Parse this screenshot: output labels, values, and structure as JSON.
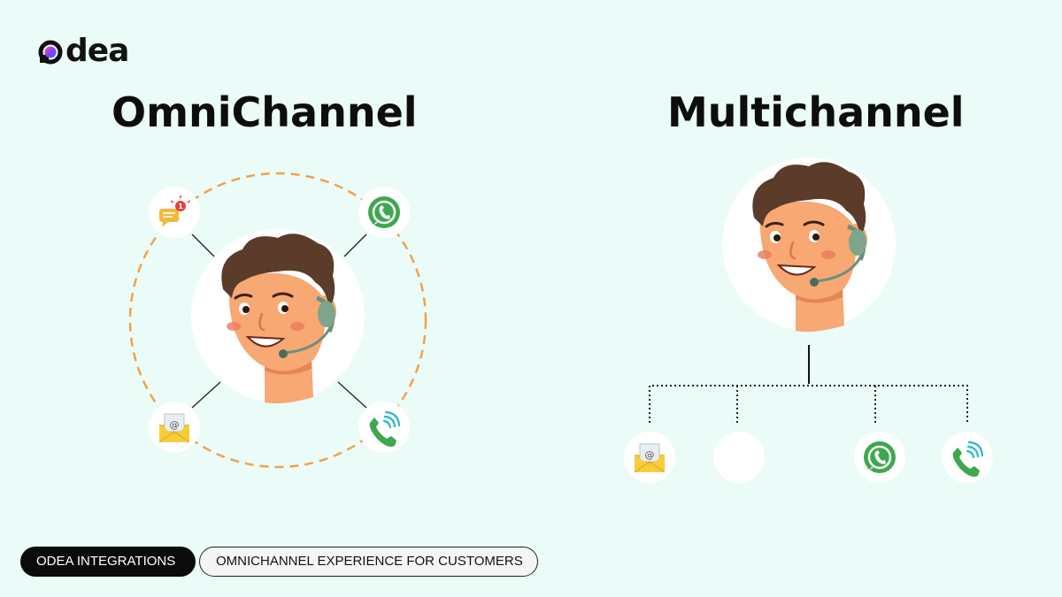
{
  "brand": {
    "name": "dea",
    "icon": "odea-logo-icon"
  },
  "omnichannel": {
    "title": "OmniChannel",
    "channels": [
      "chat-notification-icon",
      "whatsapp-icon",
      "email-icon",
      "phone-call-icon"
    ],
    "notification_count": "1"
  },
  "multichannel": {
    "title": "Multichannel",
    "channels": [
      "email-icon",
      "empty-channel",
      "whatsapp-icon",
      "phone-call-icon"
    ]
  },
  "tags": {
    "primary": "ODEA INTEGRATIONS",
    "secondary": "OMNICHANNEL EXPERIENCE FOR CUSTOMERS"
  },
  "colors": {
    "background": "#ebfbf8",
    "ring": "#f0a24a",
    "whatsapp": "#3fa74f",
    "skin": "#f7a873",
    "hair": "#5b3b2a"
  }
}
